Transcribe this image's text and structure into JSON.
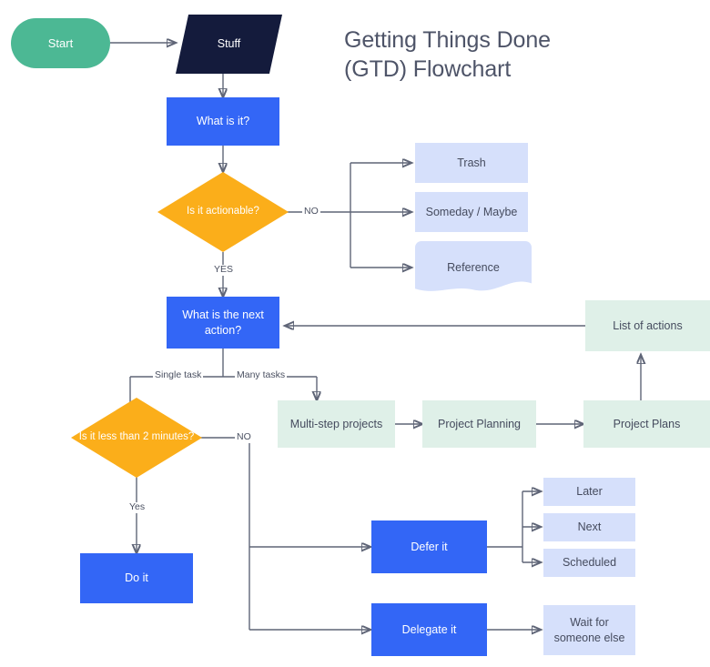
{
  "title": {
    "line1": "Getting Things Done",
    "line2": "(GTD) Flowchart",
    "color": "#4e5468"
  },
  "palette": {
    "background": "#ffffff",
    "start_green": "#4cb894",
    "navy": "#141b3c",
    "process_blue": "#3366f6",
    "decision_orange": "#fbae1a",
    "light_blue": "#d6e0fb",
    "mint": "#dff0e8",
    "connector": "#5f6577",
    "dark_text": "#454b5e",
    "white_text": "#ffffff"
  },
  "nodes": {
    "start": {
      "label": "Start",
      "shape": "rounded-pill",
      "color": "#4cb894"
    },
    "stuff": {
      "label": "Stuff",
      "shape": "parallelogram",
      "color": "#141b3c"
    },
    "what_is_it": {
      "label": "What is it?",
      "shape": "rectangle",
      "color": "#3366f6"
    },
    "is_actionable": {
      "label": "Is it actionable?",
      "shape": "diamond",
      "color": "#fbae1a"
    },
    "trash": {
      "label": "Trash",
      "shape": "rectangle",
      "color": "#d6e0fb"
    },
    "someday_maybe": {
      "label": "Someday / Maybe",
      "shape": "rectangle",
      "color": "#d6e0fb"
    },
    "reference": {
      "label": "Reference",
      "shape": "document",
      "color": "#d6e0fb"
    },
    "next_action": {
      "label": "What is the next action?",
      "shape": "rectangle",
      "color": "#3366f6"
    },
    "list_of_actions": {
      "label": "List of actions",
      "shape": "rectangle",
      "color": "#dff0e8"
    },
    "multi_step": {
      "label": "Multi-step projects",
      "shape": "rectangle",
      "color": "#dff0e8"
    },
    "project_planning": {
      "label": "Project Planning",
      "shape": "rectangle",
      "color": "#dff0e8"
    },
    "project_plans": {
      "label": "Project Plans",
      "shape": "rectangle",
      "color": "#dff0e8"
    },
    "less_than_2": {
      "label": "Is it less than 2 minutes?",
      "shape": "diamond",
      "color": "#fbae1a"
    },
    "do_it": {
      "label": "Do it",
      "shape": "rectangle",
      "color": "#3366f6"
    },
    "defer_it": {
      "label": "Defer it",
      "shape": "rectangle",
      "color": "#3366f6"
    },
    "later": {
      "label": "Later",
      "shape": "rectangle",
      "color": "#d6e0fb"
    },
    "next": {
      "label": "Next",
      "shape": "rectangle",
      "color": "#d6e0fb"
    },
    "scheduled": {
      "label": "Scheduled",
      "shape": "rectangle",
      "color": "#d6e0fb"
    },
    "delegate_it": {
      "label": "Delegate it",
      "shape": "rectangle",
      "color": "#3366f6"
    },
    "wait_for_someone": {
      "label": "Wait for someone else",
      "shape": "rectangle",
      "color": "#d6e0fb"
    }
  },
  "edge_labels": {
    "no_actionable": "NO",
    "yes_actionable": "YES",
    "single_task": "Single task",
    "many_tasks": "Many tasks",
    "no_two_minutes": "NO",
    "yes_two_minutes": "Yes"
  }
}
